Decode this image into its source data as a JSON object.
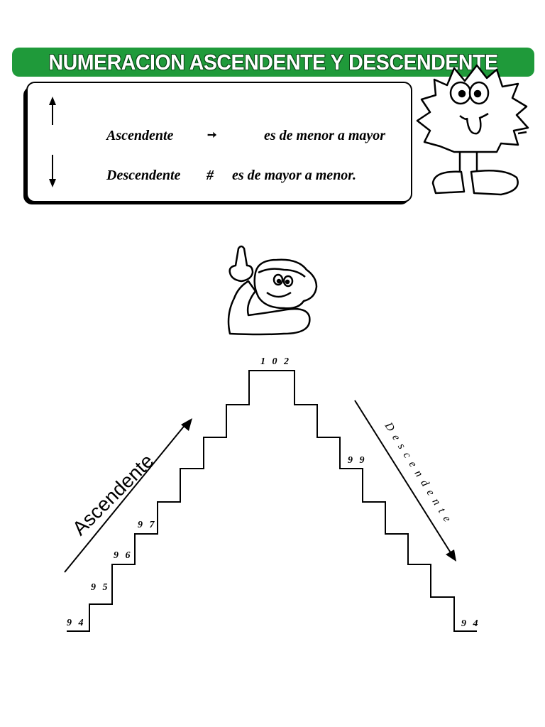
{
  "title": "NUMERACION ASCENDENTE Y DESCENDENTE",
  "definitions": {
    "ascendente_term": "Ascendente",
    "ascendente_symbol": "➙",
    "ascendente_meaning": "es de menor a mayor",
    "descendente_term": "Descendente",
    "descendente_symbol": "#",
    "descendente_meaning": "es de mayor a menor."
  },
  "stairs": {
    "left_bottom": "9 4",
    "left_95": "9 5",
    "left_96": "9 6",
    "left_97": "9 7",
    "top": "1 0 2",
    "right_99": "9 9",
    "right_bottom": "9 4"
  },
  "labels": {
    "ascendente": "Ascendente",
    "descendente": "Descendente"
  },
  "colors": {
    "title_bg": "#1f9a3a",
    "ink": "#000000"
  },
  "icons": [
    "up-arrow-icon",
    "down-arrow-icon",
    "sun-character-icon",
    "boy-pointing-icon"
  ]
}
